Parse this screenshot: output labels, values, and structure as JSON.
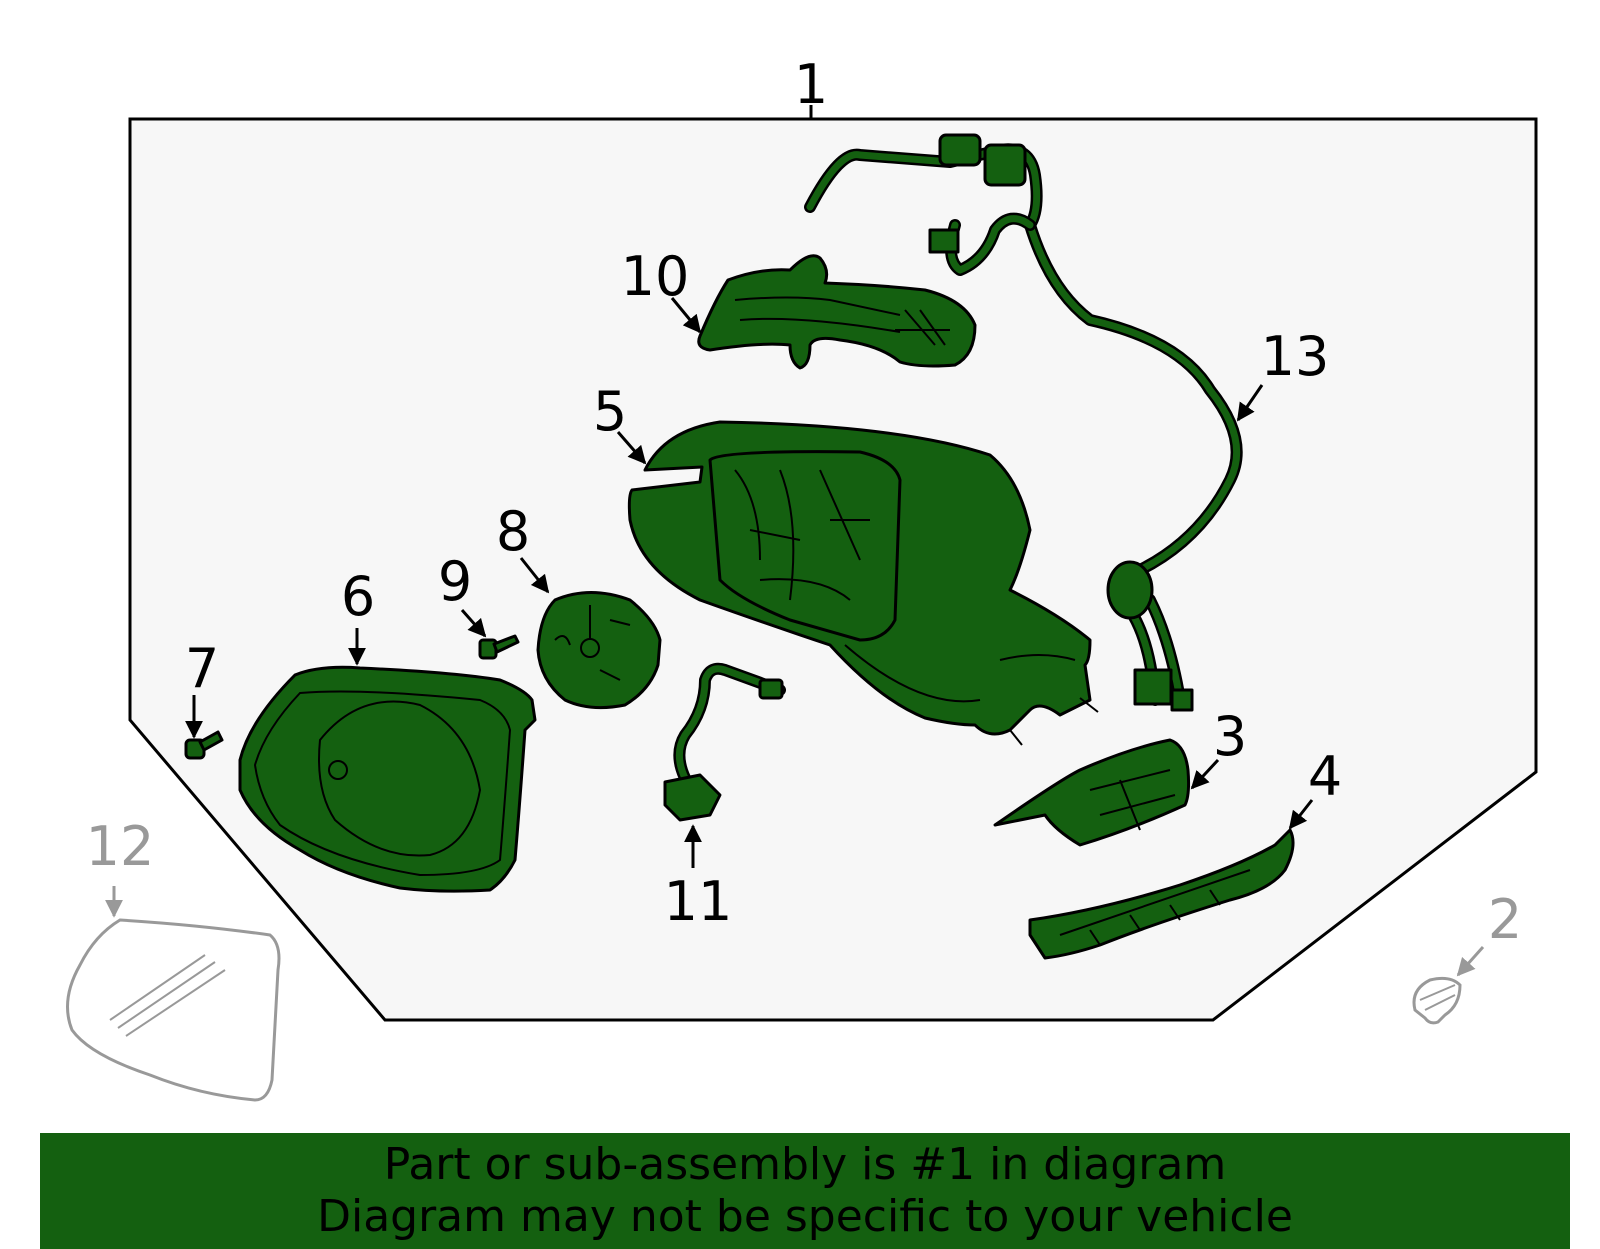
{
  "callouts": {
    "c1": "1",
    "c2": "2",
    "c3": "3",
    "c4": "4",
    "c5": "5",
    "c6": "6",
    "c7": "7",
    "c8": "8",
    "c9": "9",
    "c10": "10",
    "c11": "11",
    "c12": "12",
    "c13": "13"
  },
  "banner": {
    "line1": "Part or sub-assembly is #1 in diagram",
    "line2": "Diagram may not be specific to your vehicle"
  },
  "colors": {
    "part_fill": "#146010",
    "assembly_background": "#f7f7f7",
    "out_of_assembly": "#999999",
    "banner_background": "#146010"
  }
}
